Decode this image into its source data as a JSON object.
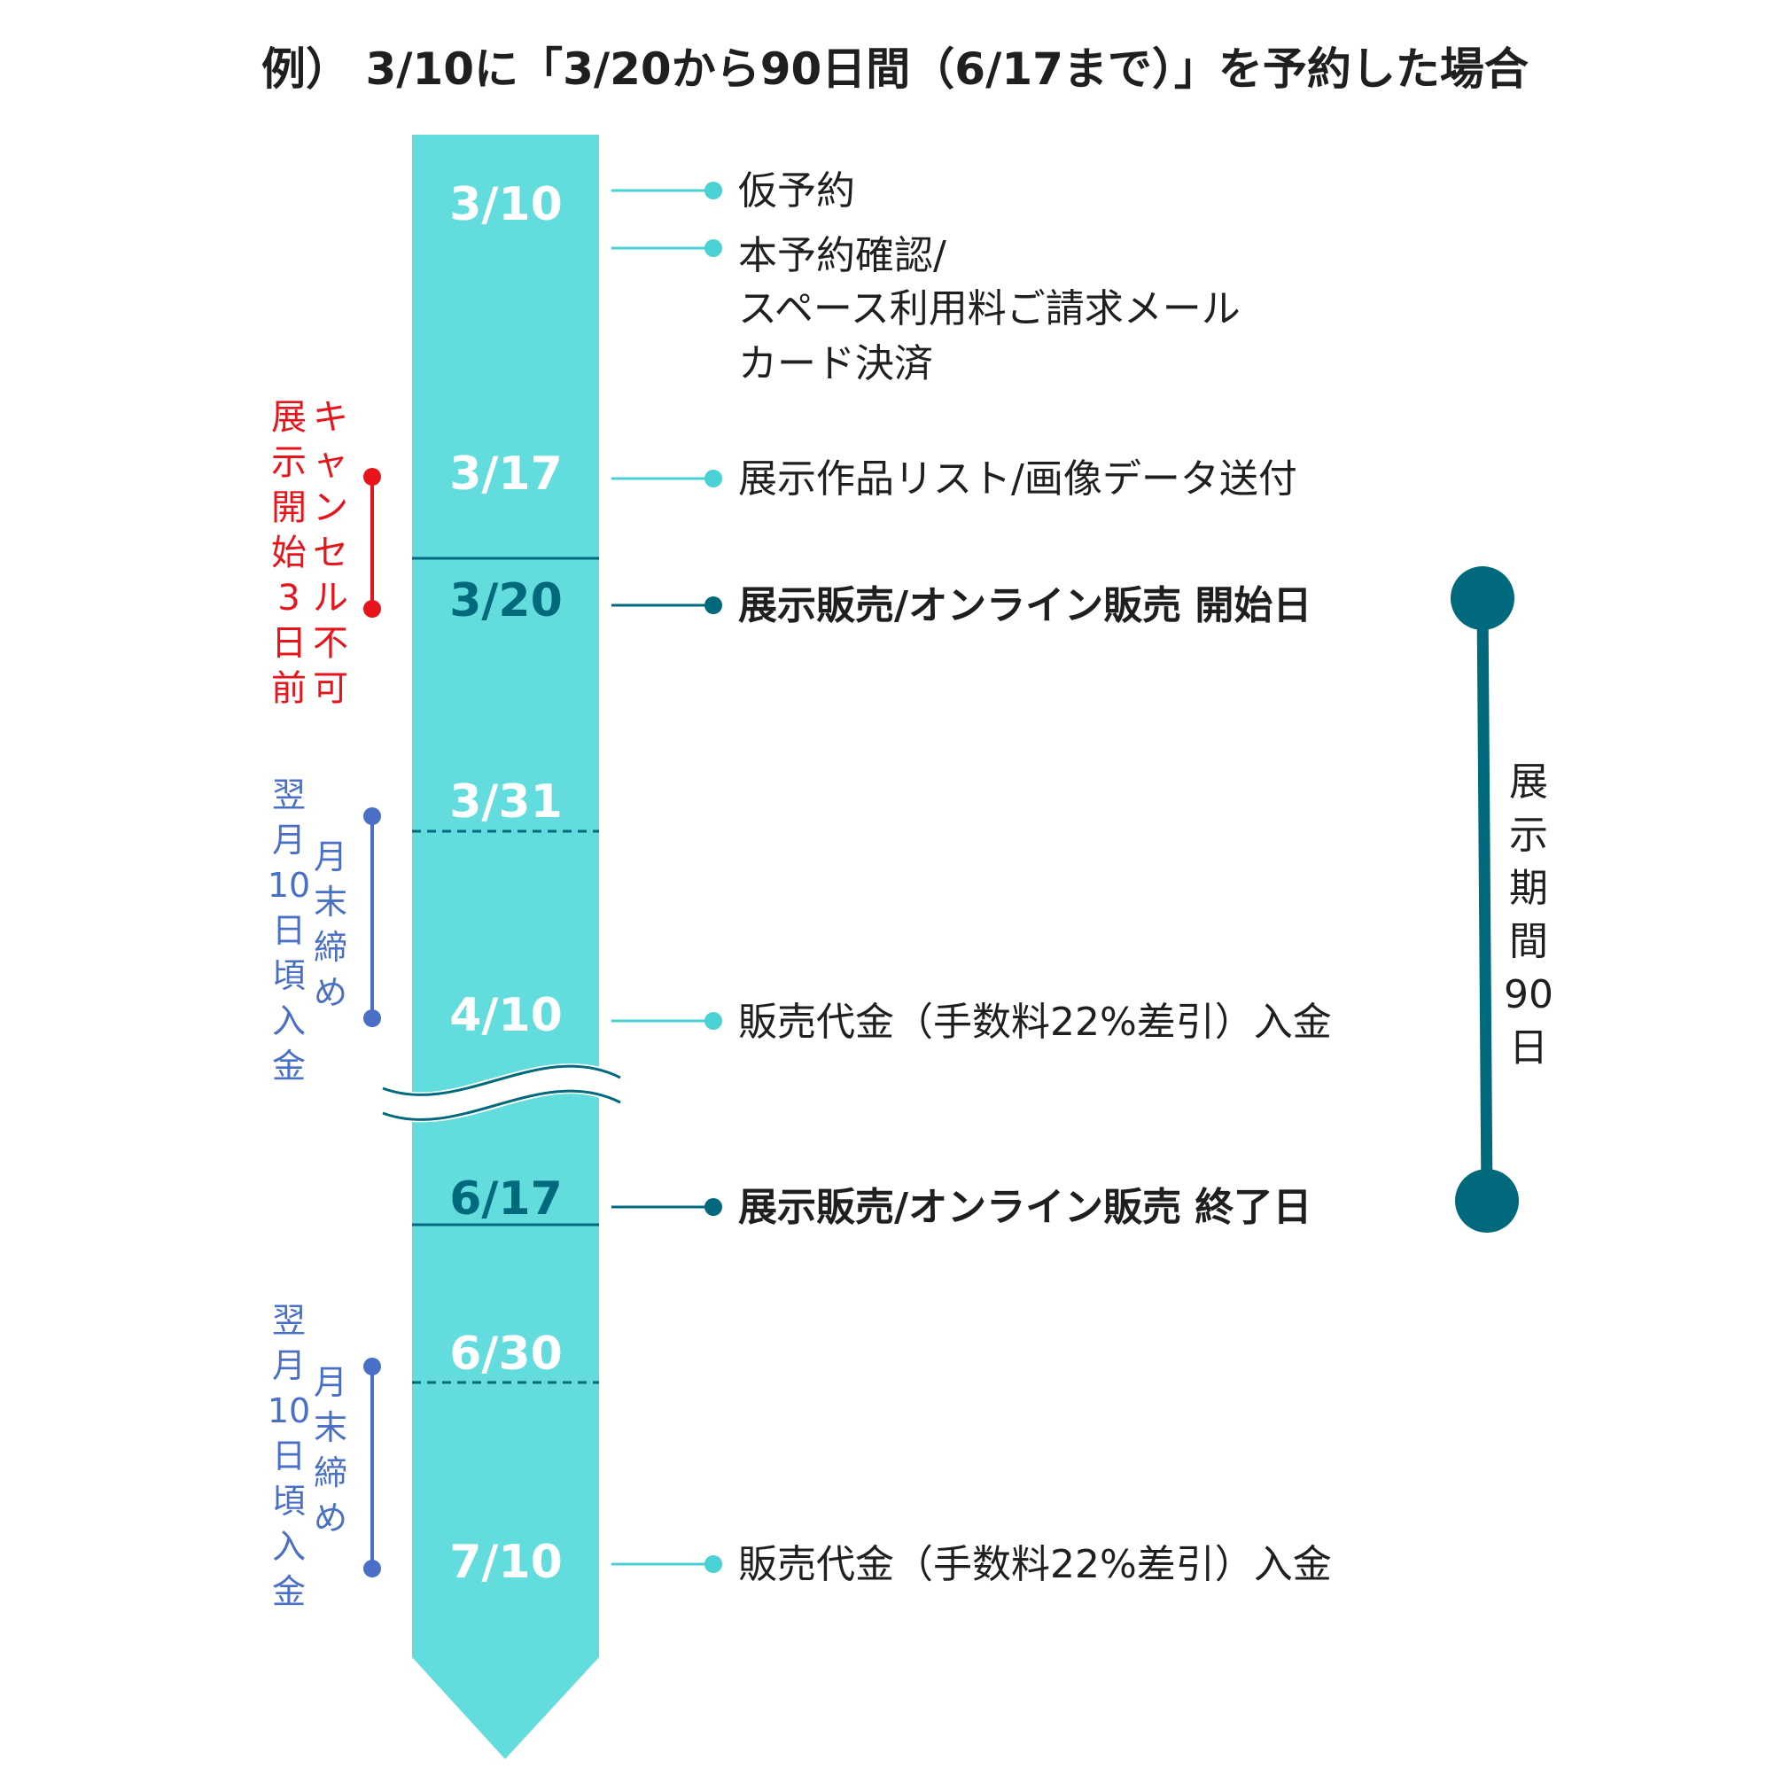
{
  "title": "例） 3/10に「3/20から90日間（6/17まで）」を予約した場合",
  "colors": {
    "bar": "#62dcdc",
    "dark": "#006a7c",
    "accent": "#4bd0d4",
    "red": "#e8141b",
    "blue": "#4a6fc7",
    "text": "#1f1f1f"
  },
  "timeline": {
    "dates": [
      {
        "label": "3/10",
        "tone": "light"
      },
      {
        "label": "3/17",
        "tone": "light"
      },
      {
        "label": "3/20",
        "tone": "dark"
      },
      {
        "label": "3/31",
        "tone": "light"
      },
      {
        "label": "4/10",
        "tone": "light"
      },
      {
        "label": "6/17",
        "tone": "dark"
      },
      {
        "label": "6/30",
        "tone": "light"
      },
      {
        "label": "7/10",
        "tone": "light"
      }
    ]
  },
  "events": [
    {
      "lines": [
        "仮予約"
      ],
      "style": "normal"
    },
    {
      "lines": [
        "本予約確認/",
        "スペース利用料ご請求メール",
        "カード決済"
      ],
      "style": "normal"
    },
    {
      "lines": [
        "展示作品リスト/画像データ送付"
      ],
      "style": "normal"
    },
    {
      "lines": [
        "展示販売/オンライン販売 開始日"
      ],
      "style": "bold"
    },
    {
      "lines": [
        "販売代金（手数料22%差引）入金"
      ],
      "style": "normal"
    },
    {
      "lines": [
        "展示販売/オンライン販売 終了日"
      ],
      "style": "bold"
    },
    {
      "lines": [
        "販売代金（手数料22%差引）入金"
      ],
      "style": "normal"
    }
  ],
  "side_notes": {
    "cancel": {
      "col1": [
        "展",
        "示",
        "開",
        "始",
        "3",
        "日",
        "前"
      ],
      "col2": [
        "キ",
        "ャ",
        "ン",
        "セ",
        "ル",
        "不",
        "可"
      ]
    },
    "payment_1": {
      "col1": [
        "翌",
        "月",
        "10",
        "日",
        "頃",
        "入",
        "金"
      ],
      "col2": [
        "月",
        "末",
        "締",
        "め"
      ]
    },
    "payment_2": {
      "col1": [
        "翌",
        "月",
        "10",
        "日",
        "頃",
        "入",
        "金"
      ],
      "col2": [
        "月",
        "末",
        "締",
        "め"
      ]
    }
  },
  "period": {
    "chars": [
      "展",
      "示",
      "期",
      "間",
      "90",
      "日"
    ]
  }
}
